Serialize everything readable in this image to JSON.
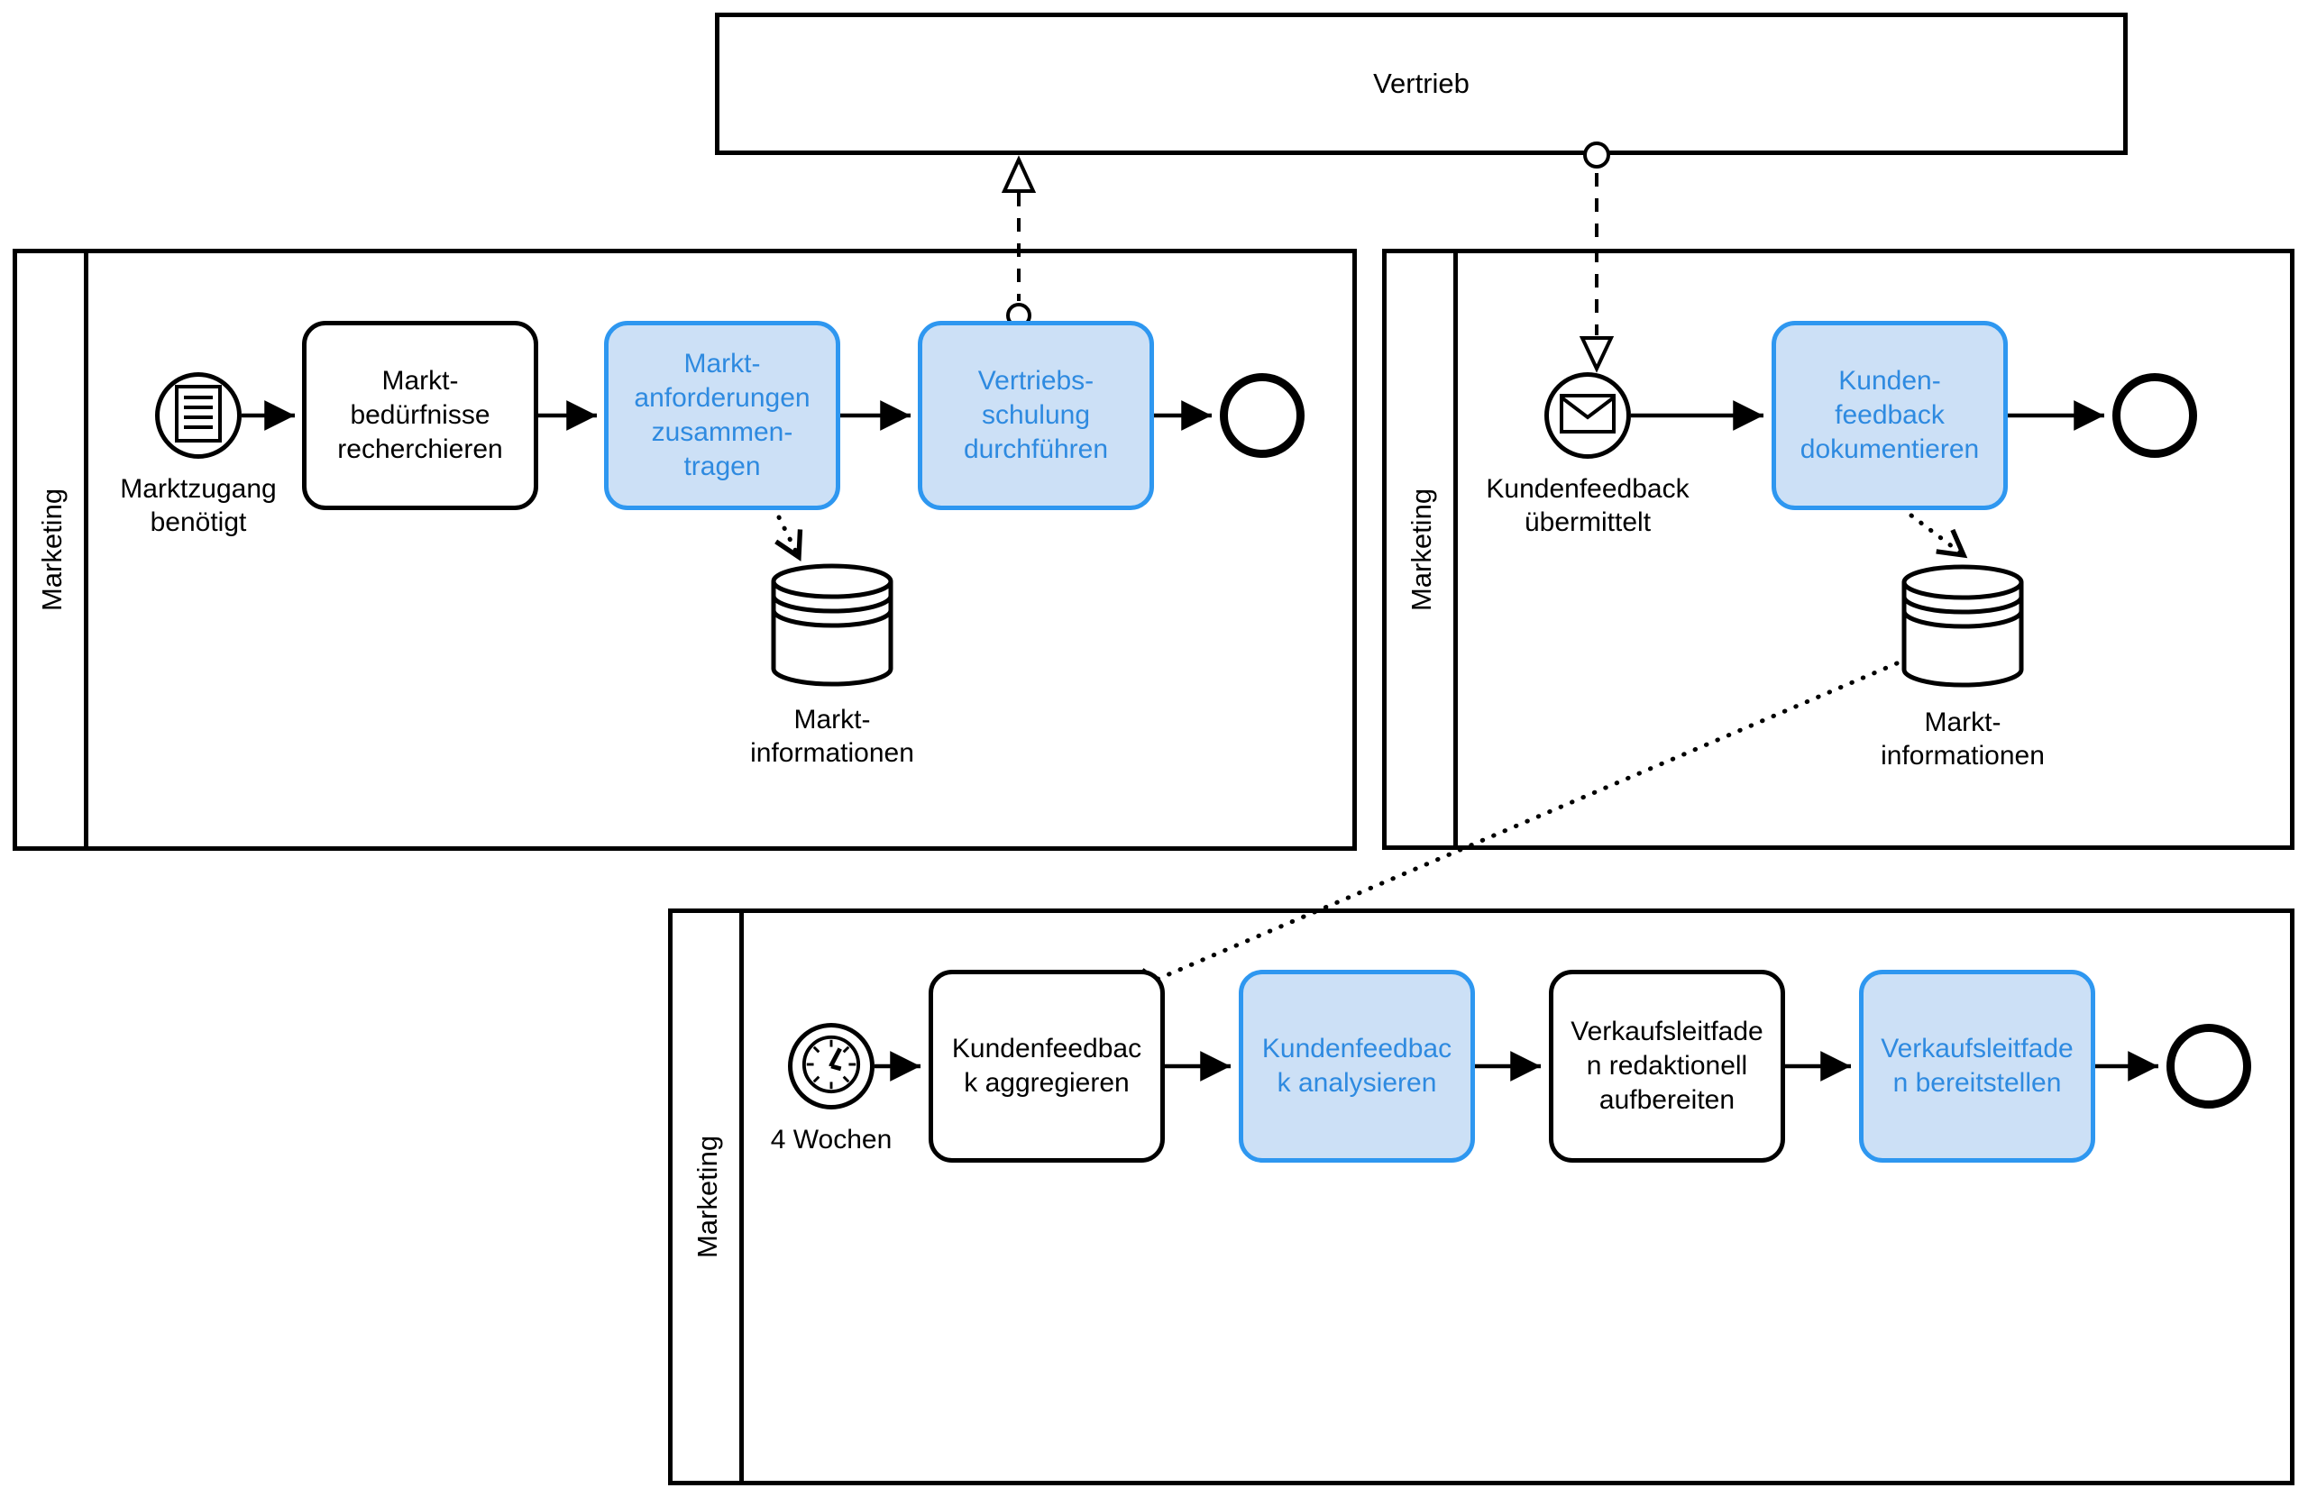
{
  "diagram": {
    "type": "bpmn-collaboration",
    "pools": {
      "vertrieb": {
        "label": "Vertrieb",
        "collapsed": true
      },
      "marketing_left": {
        "label": "Marketing"
      },
      "marketing_right": {
        "label": "Marketing"
      },
      "marketing_bottom": {
        "label": "Marketing"
      }
    },
    "events": {
      "start_conditional": {
        "label": "Marktzugang\nbenötigt",
        "icon": "document-lines-icon",
        "type": "conditional-start"
      },
      "end_left": {
        "label": "",
        "type": "end"
      },
      "start_message": {
        "label": "Kundenfeedback\nübermittelt",
        "icon": "envelope-icon",
        "type": "message-start"
      },
      "end_right": {
        "label": "",
        "type": "end"
      },
      "start_timer": {
        "label": "4 Wochen",
        "icon": "clock-icon",
        "type": "timer-start"
      },
      "end_bottom": {
        "label": "",
        "type": "end"
      }
    },
    "tasks": {
      "markt_beduerfnisse": {
        "label": "Markt-\nbedürfnisse\nrecherchieren",
        "highlighted": false
      },
      "markt_anforderungen": {
        "label": "Markt-\nanforderungen\nzusammen-\ntragen",
        "highlighted": true
      },
      "vertriebsschulung": {
        "label": "Vertriebs-\nschulung\ndurchführen",
        "highlighted": true
      },
      "kundenfeedback_dokumentieren": {
        "label": "Kunden-\nfeedback\ndokumentieren",
        "highlighted": true
      },
      "kundenfeedback_aggregieren": {
        "label": "Kundenfeedbac\nk aggregieren",
        "highlighted": false
      },
      "kundenfeedback_analysieren": {
        "label": "Kundenfeedbac\nk analysieren",
        "highlighted": true
      },
      "verkaufsleitfaden_aufbereiten": {
        "label": "Verkaufsleitfade\nn redaktionell\naufbereiten",
        "highlighted": false
      },
      "verkaufsleitfaden_bereitstellen": {
        "label": "Verkaufsleitfade\nn bereitstellen",
        "highlighted": true
      }
    },
    "data_stores": {
      "marktinformationen_left": {
        "label": "Markt-\ninformationen"
      },
      "marktinformationen_right": {
        "label": "Markt-\ninformationen"
      }
    },
    "colors": {
      "highlight_fill": "#cce0f6",
      "highlight_border": "#2e97f0",
      "highlight_text": "#2e8ae0",
      "line": "#000000",
      "background": "#ffffff"
    }
  }
}
